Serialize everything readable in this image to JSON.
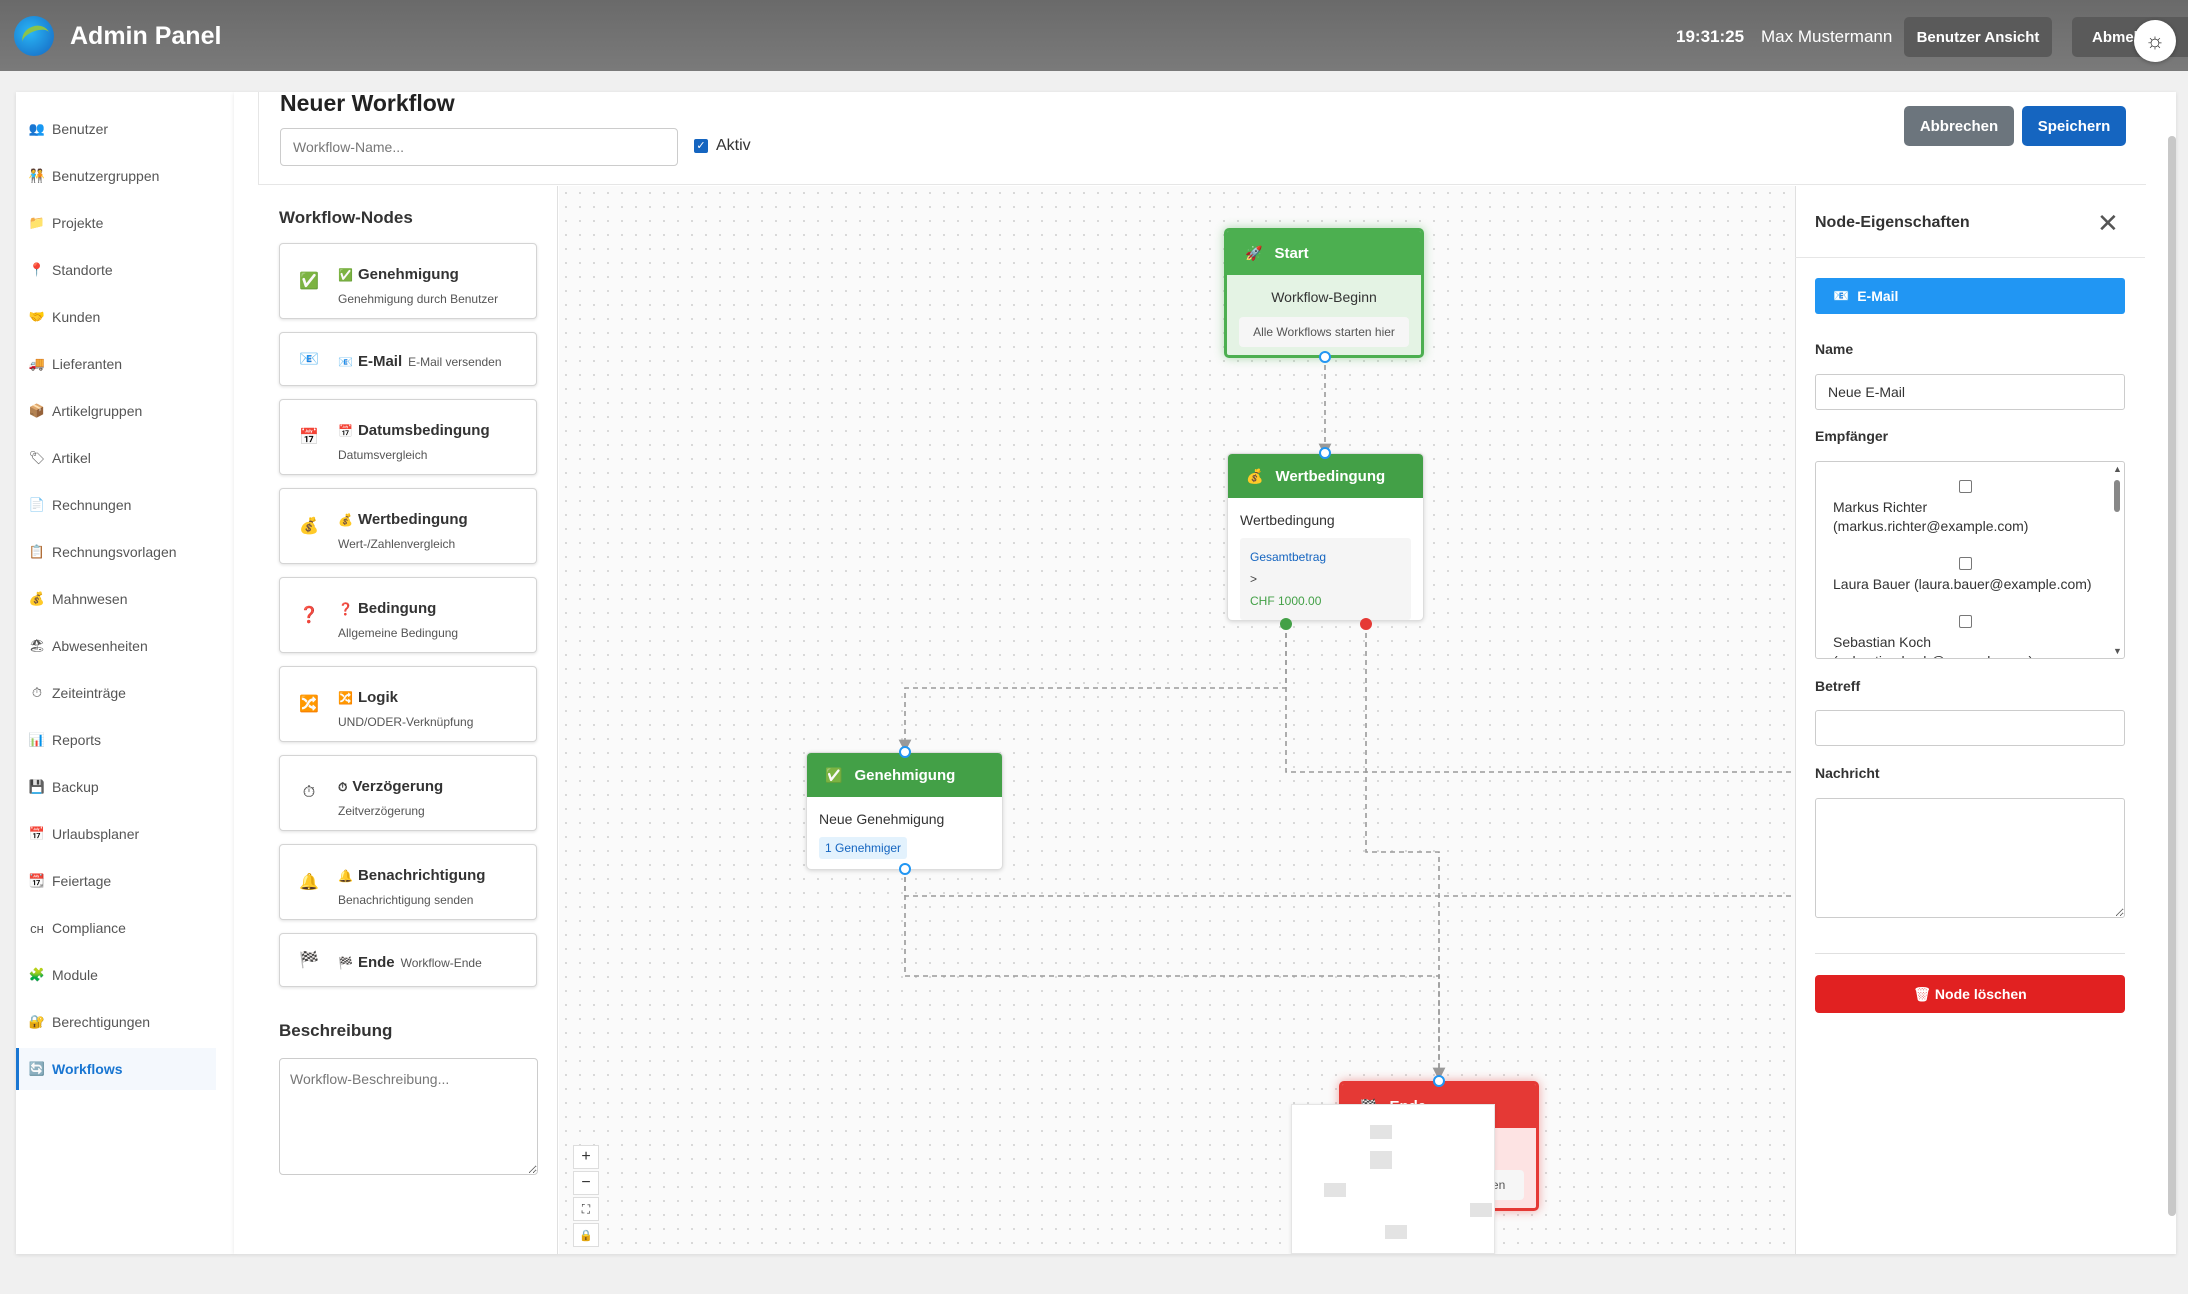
{
  "header": {
    "title": "Admin Panel",
    "time": "19:31:25",
    "user": "Max Mustermann",
    "user_view_label": "Benutzer Ansicht",
    "logout_label": "Abmelden",
    "theme_icon": "sun-icon"
  },
  "sidebar": {
    "items": [
      {
        "icon": "👥",
        "label": "Benutzer"
      },
      {
        "icon": "🧑‍🤝‍🧑",
        "label": "Benutzergruppen"
      },
      {
        "icon": "📁",
        "label": "Projekte"
      },
      {
        "icon": "📍",
        "label": "Standorte"
      },
      {
        "icon": "🤝",
        "label": "Kunden"
      },
      {
        "icon": "🚚",
        "label": "Lieferanten"
      },
      {
        "icon": "📦",
        "label": "Artikelgruppen"
      },
      {
        "icon": "🏷",
        "label": "Artikel"
      },
      {
        "icon": "📄",
        "label": "Rechnungen"
      },
      {
        "icon": "📋",
        "label": "Rechnungsvorlagen"
      },
      {
        "icon": "💰",
        "label": "Mahnwesen"
      },
      {
        "icon": "🏖",
        "label": "Abwesenheiten"
      },
      {
        "icon": "⏱",
        "label": "Zeiteinträge"
      },
      {
        "icon": "📊",
        "label": "Reports"
      },
      {
        "icon": "💾",
        "label": "Backup"
      },
      {
        "icon": "📅",
        "label": "Urlaubsplaner"
      },
      {
        "icon": "📆",
        "label": "Feiertage"
      },
      {
        "icon": "ᴄʜ",
        "label": "Compliance"
      },
      {
        "icon": "🧩",
        "label": "Module"
      },
      {
        "icon": "🔐",
        "label": "Berechtigungen"
      },
      {
        "icon": "🔄",
        "label": "Workflows"
      }
    ]
  },
  "editor": {
    "title": "Neuer Workflow",
    "name_placeholder": "Workflow-Name...",
    "active_label": "Aktiv",
    "cancel_label": "Abbrechen",
    "save_label": "Speichern"
  },
  "palette": {
    "title": "Workflow-Nodes",
    "nodes": [
      {
        "icon": "✅",
        "title": "Genehmigung",
        "desc": "Genehmigung durch Benutzer"
      },
      {
        "icon": "📧",
        "title": "E-Mail",
        "desc": "E-Mail versenden"
      },
      {
        "icon": "📅",
        "title": "Datumsbedingung",
        "desc": "Datumsvergleich"
      },
      {
        "icon": "💰",
        "title": "Wertbedingung",
        "desc": "Wert-/Zahlenvergleich"
      },
      {
        "icon": "❓",
        "title": "Bedingung",
        "desc": "Allgemeine Bedingung"
      },
      {
        "icon": "🔀",
        "title": "Logik",
        "desc": "UND/ODER-Verknüpfung"
      },
      {
        "icon": "⏱",
        "title": "Verzögerung",
        "desc": "Zeitverzögerung"
      },
      {
        "icon": "🔔",
        "title": "Benachrichtigung",
        "desc": "Benachrichtigung senden"
      },
      {
        "icon": "🏁",
        "title": "Ende",
        "desc": "Workflow-Ende"
      }
    ],
    "description_title": "Beschreibung",
    "description_placeholder": "Workflow-Beschreibung..."
  },
  "canvas": {
    "start": {
      "icon": "🚀",
      "title": "Start",
      "subtitle": "Workflow-Beginn",
      "note": "Alle Workflows starten hier"
    },
    "value_condition": {
      "icon": "💰",
      "title": "Wertbedingung",
      "body_title": "Wertbedingung",
      "field": "Gesamtbetrag",
      "operator": ">",
      "value": "CHF 1000.00"
    },
    "approval": {
      "icon": "✅",
      "title": "Genehmigung",
      "body_title": "Neue Genehmigung",
      "badge": "1 Genehmiger"
    },
    "end": {
      "icon": "🏁",
      "title": "Ende",
      "subtitle": "Workflow-Ende",
      "note": "Workflow abgeschlossen"
    },
    "zoom_in": "+",
    "zoom_out": "−",
    "fit": "⛶",
    "lock": "🔒"
  },
  "properties": {
    "title": "Node-Eigenschaften",
    "type_icon": "📧",
    "type_label": "E-Mail",
    "name_label": "Name",
    "name_value": "Neue E-Mail",
    "recipients_label": "Empfänger",
    "recipients": [
      "Markus Richter (markus.richter@example.com)",
      "Laura Bauer (laura.bauer@example.com)",
      "Sebastian Koch (sebastian.koch@example.com)"
    ],
    "subject_label": "Betreff",
    "subject_value": "",
    "message_label": "Nachricht",
    "delete_label": "🗑 Node löschen"
  }
}
